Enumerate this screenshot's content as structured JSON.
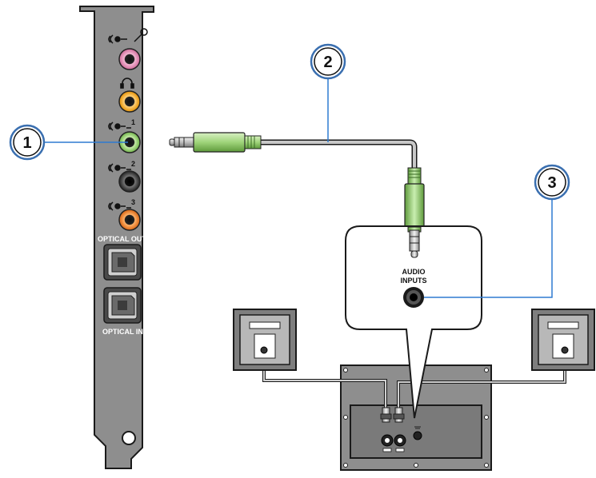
{
  "callouts": [
    "1",
    "2",
    "3"
  ],
  "card": {
    "optical_out_label": "OPTICAL OUT",
    "optical_in_label": "OPTICAL IN",
    "jack_numbers": [
      "1",
      "2",
      "3"
    ]
  },
  "speaker_input": {
    "label_line1": "AUDIO",
    "label_line2": "INPUTS"
  },
  "colors": {
    "card": "#8c8c8c",
    "card_dark": "#6f6f6f",
    "jack_pink": "#e28ab5",
    "jack_orange": "#f2a118",
    "jack_green": "#8fcf6a",
    "jack_black": "#2a2a2a",
    "jack_orange2": "#f07b1c",
    "callout_ring": "#3a6fb0",
    "callout_line": "#2e7ad1",
    "cable": "#b8b8b8",
    "plug_green": "#9fd47a"
  }
}
